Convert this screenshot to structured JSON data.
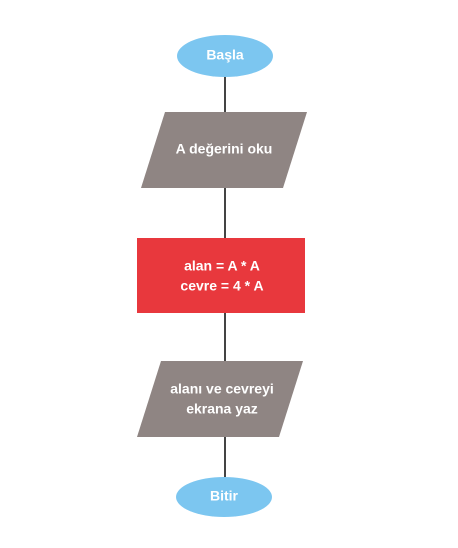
{
  "diagram": {
    "colors": {
      "terminal": "#7cc6f0",
      "io": "#8f8583",
      "process": "#e8383d",
      "connector": "#444444",
      "text": "#ffffff",
      "background": "#ffffff"
    },
    "nodes": [
      {
        "id": "start",
        "shape": "ellipse",
        "text": "Başla"
      },
      {
        "id": "input",
        "shape": "parallelogram",
        "text": "A değerini oku"
      },
      {
        "id": "process",
        "shape": "rectangle",
        "line1": "alan = A * A",
        "line2": "cevre = 4 * A"
      },
      {
        "id": "output",
        "shape": "parallelogram",
        "line1": "alanı ve cevreyi",
        "line2": "ekrana yaz"
      },
      {
        "id": "end",
        "shape": "ellipse",
        "text": "Bitir"
      }
    ],
    "edges": [
      {
        "from": "start",
        "to": "input"
      },
      {
        "from": "input",
        "to": "process"
      },
      {
        "from": "process",
        "to": "output"
      },
      {
        "from": "output",
        "to": "end"
      }
    ]
  }
}
